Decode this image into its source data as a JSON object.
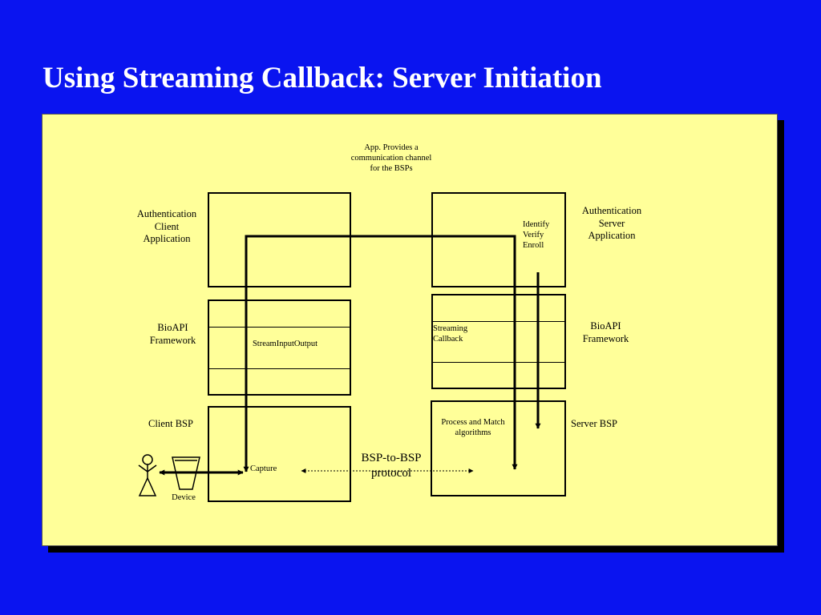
{
  "slide": {
    "title": "Using Streaming Callback: Server Initiation"
  },
  "diagram": {
    "note": "App. Provides a\ncommunication channel\nfor  the BSPs",
    "client": {
      "app_label": "Authentication\nClient\nApplication",
      "framework_label": "BioAPI\nFramework",
      "bsp_label": "Client BSP",
      "stream_label": "StreamInputOutput",
      "capture_label": "Capture",
      "device_label": "Device"
    },
    "server": {
      "app_label": "Authentication\nServer\nApplication",
      "framework_label": "BioAPI\nFramework",
      "bsp_label": "Server BSP",
      "operations_label": "Identify\nVerify\nEnroll",
      "callback_label": "Streaming\nCallback",
      "process_label": "Process and Match\nalgorithms"
    },
    "protocol_label": "BSP-to-BSP\nprotocol"
  },
  "colors": {
    "background": "#0A14F0",
    "panel": "#FFFF99",
    "title": "#FFFFFF",
    "ink": "#000000"
  },
  "icons": {
    "user": "stick-figure-icon",
    "device": "bucket-device-icon"
  }
}
